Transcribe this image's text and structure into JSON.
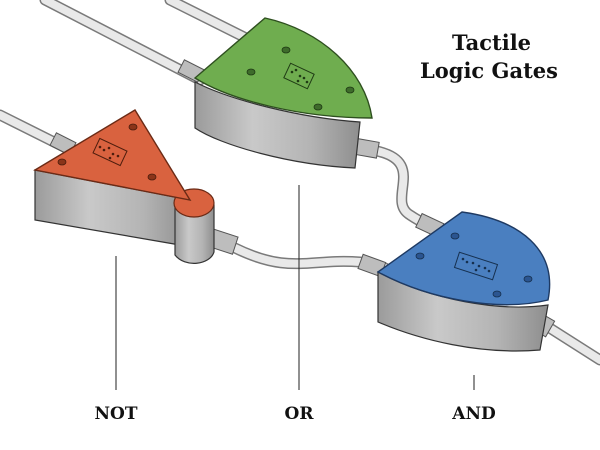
{
  "title": {
    "line1": "Tactile",
    "line2": "Logic Gates"
  },
  "labels": {
    "not": "NOT",
    "or": "OR",
    "and": "AND"
  },
  "colors": {
    "not_gate": "#d9623f",
    "or_gate": "#6fad4f",
    "and_gate": "#4a7fc0",
    "body_gray": "#c4c4c4",
    "cable": "#e8e8e8"
  }
}
